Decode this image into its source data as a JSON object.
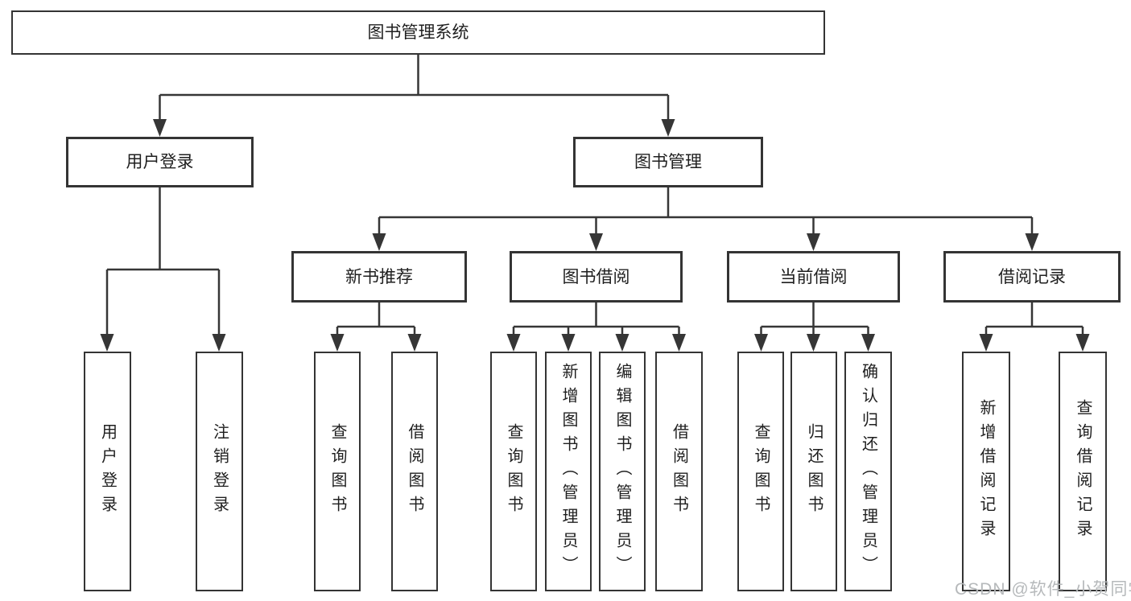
{
  "tree": {
    "root": "图书管理系统",
    "branches": [
      {
        "label": "用户登录",
        "leaves": [
          "用户登录",
          "注销登录"
        ]
      },
      {
        "label": "图书管理",
        "groups": [
          {
            "label": "新书推荐",
            "leaves": [
              "查询图书",
              "借阅图书"
            ]
          },
          {
            "label": "图书借阅",
            "leaves": [
              "查询图书",
              "新增图书（管理员）",
              "编辑图书（管理员）",
              "借阅图书"
            ]
          },
          {
            "label": "当前借阅",
            "leaves": [
              "查询图书",
              "归还图书",
              "确认归还（管理员）"
            ]
          },
          {
            "label": "借阅记录",
            "leaves": [
              "新增借阅记录",
              "查询借阅记录"
            ]
          }
        ]
      }
    ]
  },
  "watermark": "CSDN @软件_小贺同学",
  "colors": {
    "line": "#363636",
    "border": "#343434",
    "text": "#1f1f1f",
    "watermark": "#b6b9bb",
    "background": "#ffffff"
  }
}
